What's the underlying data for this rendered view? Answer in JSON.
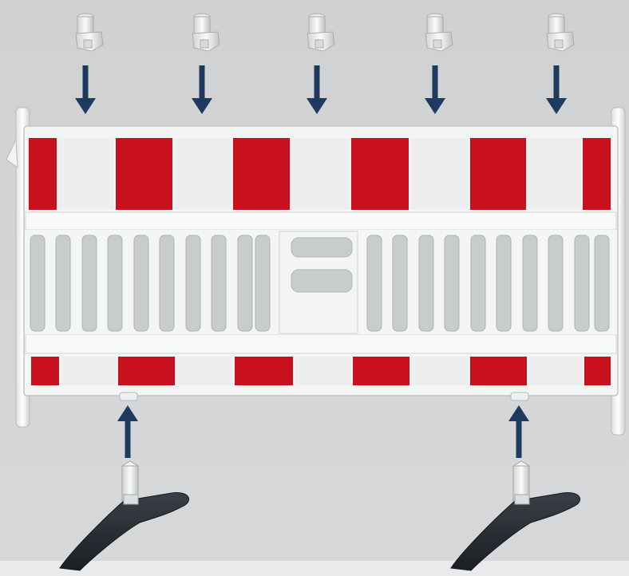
{
  "scene": {
    "background_color": "#d3d5d6",
    "floor_strip_color": "#e9eaeb",
    "barrier": {
      "frame_color": "#f4f5f5",
      "stripe_red": "#c8101e",
      "stripe_white": "#eeeeee",
      "slat_gap_color": "#c9cccd",
      "top_panel_pattern": [
        "red",
        "white",
        "red",
        "white",
        "red",
        "white",
        "red",
        "white",
        "red",
        "white",
        "red"
      ],
      "bottom_panel_pattern": [
        "red",
        "white",
        "red",
        "white",
        "red",
        "white",
        "red",
        "white",
        "red",
        "white",
        "red"
      ]
    },
    "arrow_color": "#1f3a5f",
    "top_connectors": {
      "count": 5,
      "icon": "coupling-clip-icon",
      "arrow_direction": "down"
    },
    "feet": {
      "count": 2,
      "icon": "barrier-foot-icon",
      "foot_color": "#2b2f36",
      "arrow_direction": "up"
    }
  }
}
